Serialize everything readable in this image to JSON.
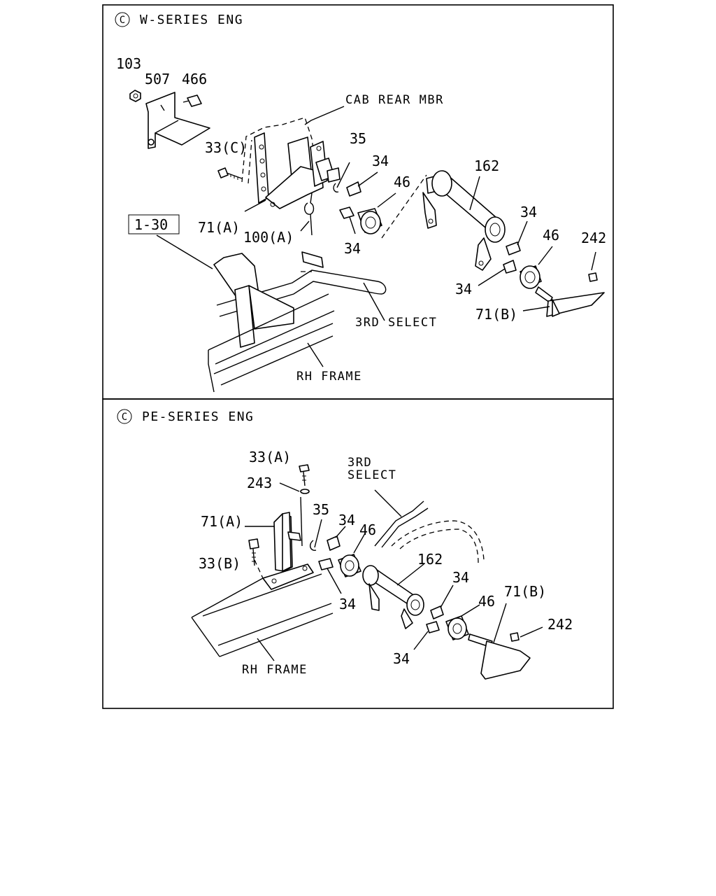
{
  "panels": [
    {
      "symbol": "C",
      "heading": "W-SERIES ENG",
      "ref_box": "1-30",
      "captions": {
        "cab_rear_mbr": "CAB REAR MBR",
        "third_select": "3RD SELECT",
        "rh_frame": "RH FRAME"
      },
      "callouts": {
        "c103": "103",
        "c507": "507",
        "c466": "466",
        "c33c": "33(C)",
        "c35": "35",
        "c34a": "34",
        "c46a": "46",
        "c162": "162",
        "c71a": "71(A)",
        "c100a": "100(A)",
        "c34b": "34",
        "c34c": "34",
        "c46b": "46",
        "c242": "242",
        "c34d": "34",
        "c71b": "71(B)"
      }
    },
    {
      "symbol": "C",
      "heading": "PE-SERIES ENG",
      "captions": {
        "third": "3RD",
        "select": "SELECT",
        "rh_frame": "RH FRAME"
      },
      "callouts": {
        "c33a": "33(A)",
        "c243": "243",
        "c71a": "71(A)",
        "c35": "35",
        "c34a": "34",
        "c46a": "46",
        "c33b": "33(B)",
        "c162": "162",
        "c34b": "34",
        "c34c": "34",
        "c46b": "46",
        "c71b": "71(B)",
        "c242": "242",
        "c34d": "34"
      }
    }
  ]
}
